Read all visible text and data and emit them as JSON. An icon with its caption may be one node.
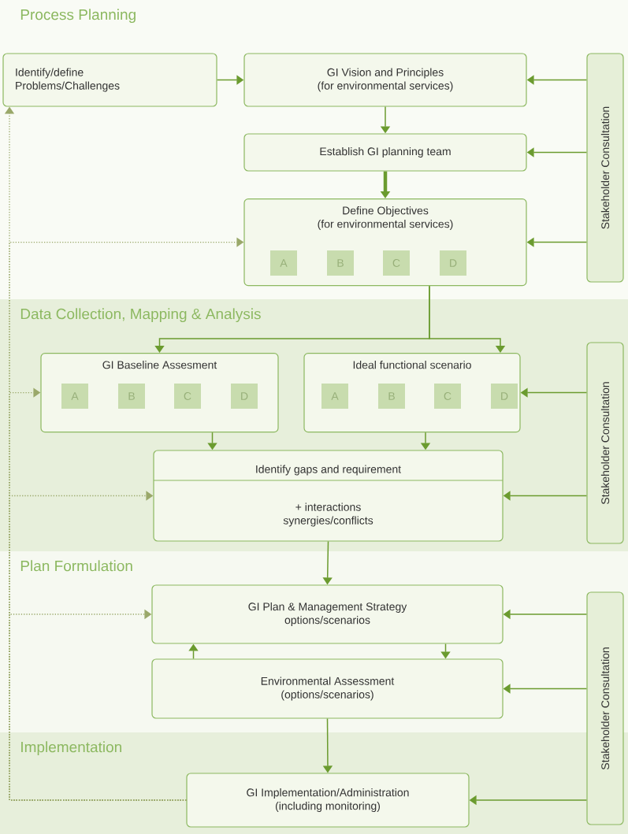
{
  "diagram": {
    "nodes": [
      {
        "text": [
          "Process Planning"
        ]
      },
      {
        "text": [
          "Identify/define Problems/Challenges"
        ],
        "in": 0
      },
      {
        "text": [
          "GI Vision and Principles",
          "(for environmental services)"
        ],
        "in": 0
      },
      {
        "text": [
          "Establish GI planning team"
        ],
        "in": 0
      },
      {
        "text": [
          "Define Objectives",
          "(for environmental services)"
        ],
        "in": 0
      },
      {
        "text": [
          "A"
        ],
        "in": 4
      },
      {
        "text": [
          "B"
        ],
        "in": 4
      },
      {
        "text": [
          "C"
        ],
        "in": 4
      },
      {
        "text": [
          "D"
        ],
        "in": 4
      },
      {
        "text": [
          "Stakeholder Consultation"
        ],
        "in": 0
      },
      {
        "text": [
          "Data Collection, Mapping & Analysis"
        ]
      },
      {
        "text": [
          "GI Baseline Assesment"
        ],
        "in": 10
      },
      {
        "text": [
          "A"
        ],
        "in": 11
      },
      {
        "text": [
          "B"
        ],
        "in": 11
      },
      {
        "text": [
          "C"
        ],
        "in": 11
      },
      {
        "text": [
          "D"
        ],
        "in": 11
      },
      {
        "text": [
          "Ideal functional scenario"
        ],
        "in": 10
      },
      {
        "text": [
          "A"
        ],
        "in": 16
      },
      {
        "text": [
          "B"
        ],
        "in": 16
      },
      {
        "text": [
          "C"
        ],
        "in": 16
      },
      {
        "text": [
          "D"
        ],
        "in": 16
      },
      {
        "text": [
          "Identify gaps and requirement",
          "+ interactions synergies/conflicts"
        ],
        "in": 10
      },
      {
        "text": [
          "Stakeholder Consultation"
        ],
        "in": 10
      },
      {
        "text": [
          "Plan Formulation"
        ]
      },
      {
        "text": [
          "GI Plan & Management Strategy",
          "options/scenarios"
        ],
        "in": 23
      },
      {
        "text": [
          "Environmental Assessment",
          "(options/scenarios)"
        ],
        "in": 23
      },
      {
        "text": [
          "Implementation"
        ]
      },
      {
        "text": [
          "GI Implementation/Administration",
          "(including monitoring)"
        ],
        "in": 26
      },
      {
        "text": [
          "Stakeholder Consultation"
        ]
      }
    ],
    "edges": [
      {
        "from": 1,
        "to": 2,
        "arrow": "to"
      },
      {
        "from": 2,
        "to": 3,
        "arrow": "to"
      },
      {
        "from": 3,
        "to": 4,
        "arrow": "to",
        "style": "thick"
      },
      {
        "from": 9,
        "to": 2,
        "arrow": "to"
      },
      {
        "from": 9,
        "to": 3,
        "arrow": "to"
      },
      {
        "from": 9,
        "to": 4,
        "arrow": "to"
      },
      {
        "from": 4,
        "to": 11,
        "arrow": "to"
      },
      {
        "from": 4,
        "to": 16,
        "arrow": "to"
      },
      {
        "from": 11,
        "to": 21,
        "arrow": "to"
      },
      {
        "from": 16,
        "to": 21,
        "arrow": "to"
      },
      {
        "from": 22,
        "to": 16,
        "arrow": "to"
      },
      {
        "from": 22,
        "to": 21,
        "arrow": "to"
      },
      {
        "from": 21,
        "to": 24,
        "arrow": "to"
      },
      {
        "from": 24,
        "to": 25,
        "arrow": "to"
      },
      {
        "from": 25,
        "to": 24,
        "arrow": "to"
      },
      {
        "from": 25,
        "to": 27,
        "arrow": "to"
      },
      {
        "from": 28,
        "to": 24,
        "arrow": "to"
      },
      {
        "from": 28,
        "to": 25,
        "arrow": "to"
      },
      {
        "from": 28,
        "to": 27,
        "arrow": "to"
      },
      {
        "from": 27,
        "to": 1,
        "arrow": "to",
        "style": "dashed",
        "color": "#9aa86a"
      },
      {
        "from": 27,
        "to": 4,
        "arrow": "to",
        "style": "dashed",
        "color": "#9aa86a"
      },
      {
        "from": 27,
        "to": 11,
        "arrow": "to",
        "style": "dashed",
        "color": "#9aa86a"
      },
      {
        "from": 27,
        "to": 21,
        "arrow": "to",
        "style": "dashed",
        "color": "#9aa86a"
      },
      {
        "from": 27,
        "to": 24,
        "arrow": "to",
        "style": "dashed",
        "color": "#9aa86a"
      }
    ]
  }
}
